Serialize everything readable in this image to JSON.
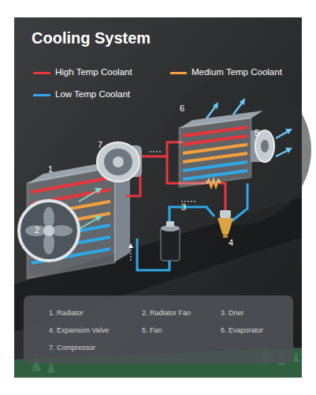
{
  "diagram": {
    "title": "Cooling System",
    "nodes": [
      {
        "text": [
          "1. Radiator",
          "2. Radiator Fan",
          "3. Drier",
          "4. Expansion Valve",
          "5. Fan",
          "6. Evaporator",
          "7. Compressor"
        ]
      }
    ],
    "labels": [
      "1",
      "2",
      "3",
      "4",
      "5",
      "6",
      "7"
    ],
    "legend": [
      {
        "text": "High Temp Coolant",
        "color": "#e8363c"
      },
      {
        "text": "Medium Temp Coolant",
        "color": "#f2a03d"
      },
      {
        "text": "Low Temp Coolant",
        "color": "#2fa8e8"
      }
    ]
  }
}
